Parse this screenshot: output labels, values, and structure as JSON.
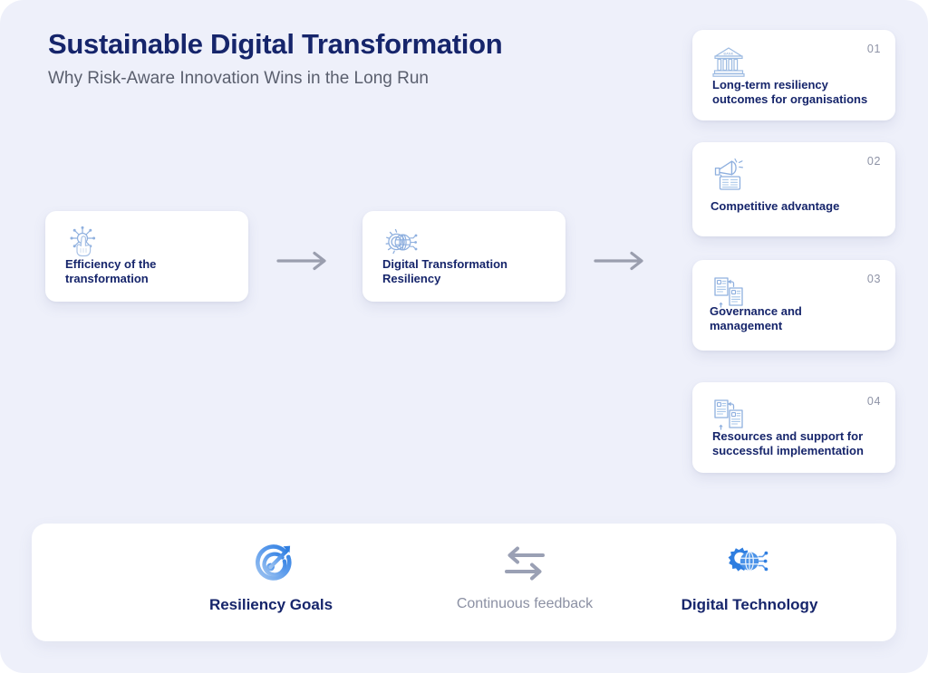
{
  "header": {
    "title": "Sustainable Digital Transformation",
    "subtitle": "Why Risk-Aware Innovation Wins in the Long Run"
  },
  "colors": {
    "background": "#eef0fa",
    "card_background": "#ffffff",
    "title_navy": "#16256b",
    "subtitle_gray": "#5a5f6e",
    "number_gray": "#8e93a6",
    "icon_blue": "#7a9ddb",
    "icon_blue_solid": "#2f7ee0",
    "arrow_gray": "#9a9eae"
  },
  "flow": {
    "cards": [
      {
        "title": "Efficiency of the\ntransformation",
        "icon": "circuit-touch-icon"
      },
      {
        "title": "Digital Transformation\nResiliency",
        "icon": "gear-globe-icon"
      }
    ],
    "arrows": [
      {
        "name": "flow-arrow-1",
        "direction": "right"
      },
      {
        "name": "flow-arrow-2",
        "direction": "right"
      }
    ]
  },
  "outcome_cards": [
    {
      "number": "01",
      "title": "Long-term resiliency\n outcomes for organisations",
      "icon": "bank-building-icon"
    },
    {
      "number": "02",
      "title": "Competitive advantage",
      "icon": "megaphone-announcement-icon"
    },
    {
      "number": "03",
      "title": "Governance and\nmanagement",
      "icon": "document-exchange-icon"
    },
    {
      "number": "04",
      "title": "Resources and support for\nsuccessful implementation",
      "icon": "document-exchange-icon"
    }
  ],
  "bottom_panel": {
    "items": [
      {
        "label": "Resiliency Goals",
        "icon": "target-dartboard-icon",
        "style": "bold"
      },
      {
        "label": "Continuous feedback",
        "icon": "bidirectional-arrows-icon",
        "style": "muted"
      },
      {
        "label": "Digital Technology",
        "icon": "gear-globe-solid-icon",
        "style": "bold"
      }
    ]
  }
}
